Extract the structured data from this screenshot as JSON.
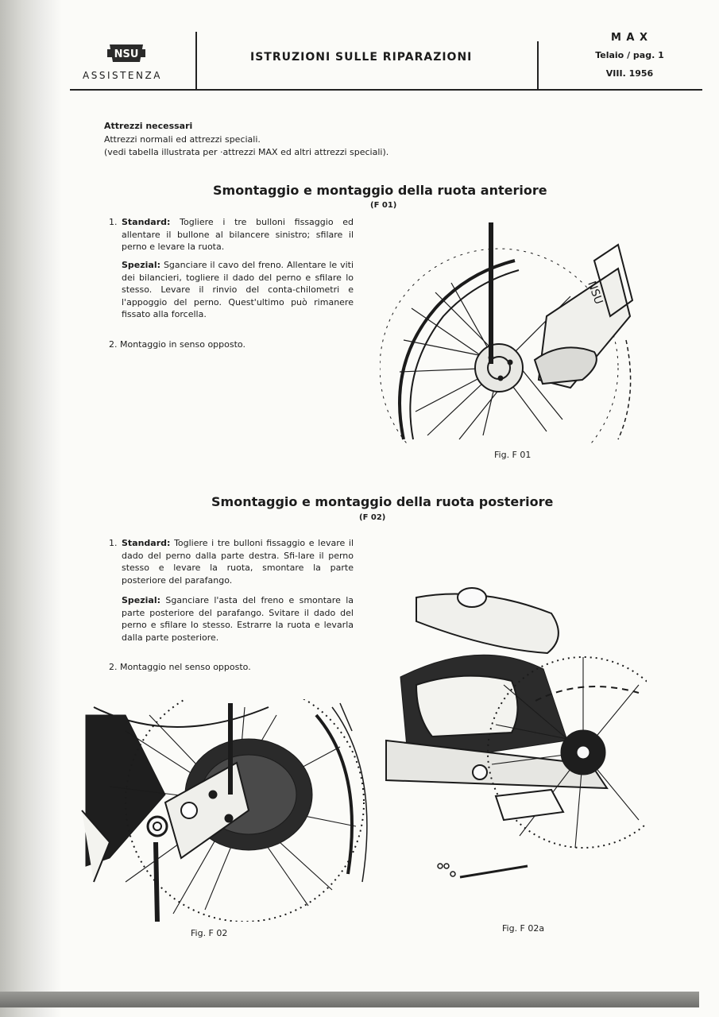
{
  "header": {
    "logo_text": "NSU",
    "department": "ASSISTENZA",
    "title": "ISTRUZIONI SULLE RIPARAZIONI",
    "model": "M A X",
    "section_page": "Telaio / pag. 1",
    "date": "VIII. 1956"
  },
  "tools": {
    "heading": "Attrezzi necessari",
    "line1": "Attrezzi normali ed attrezzi speciali.",
    "line2": "(vedi tabella illustrata per ·attrezzi MAX ed altri attrezzi speciali)."
  },
  "front": {
    "title": "Smontaggio e montaggio della ruota anteriore",
    "ref": "(F 01)",
    "step1_num": "1.",
    "step1_label": "Standard:",
    "step1_text": "Togliere i tre bulloni fissaggio ed allentare il bullone al bilancere sinistro; sfilare il perno e levare la ruota.",
    "spezial_label": "Spezial:",
    "spezial_text": "Sganciare il cavo del freno. Allentare le viti dei bilancieri, togliere il dado del perno e sfilare lo stesso. Levare il rinvio del conta-chilometri e l'appoggio del perno. Quest'ultimo può rimanere fissato alla forcella.",
    "step2": "2. Montaggio in senso opposto.",
    "fig_caption": "Fig. F 01"
  },
  "rear": {
    "title": "Smontaggio e montaggio della ruota posteriore",
    "ref": "(F 02)",
    "step1_num": "1.",
    "step1_label": "Standard:",
    "step1_text": "Togliere i tre bulloni fissaggio e levare il dado del perno dalla parte destra. Sfi-lare il perno stesso e levare la ruota, smontare la parte posteriore del parafango.",
    "spezial_label": "Spezial:",
    "spezial_text": "Sganciare l'asta del freno e smontare la parte posteriore del parafango. Svitare il dado del perno e sfilare lo stesso. Estrarre la ruota e levarla dalla parte posteriore.",
    "step2": "2. Montaggio nel senso opposto.",
    "fig_caption_a": "Fig. F 02",
    "fig_caption_b": "Fig. F 02a"
  }
}
